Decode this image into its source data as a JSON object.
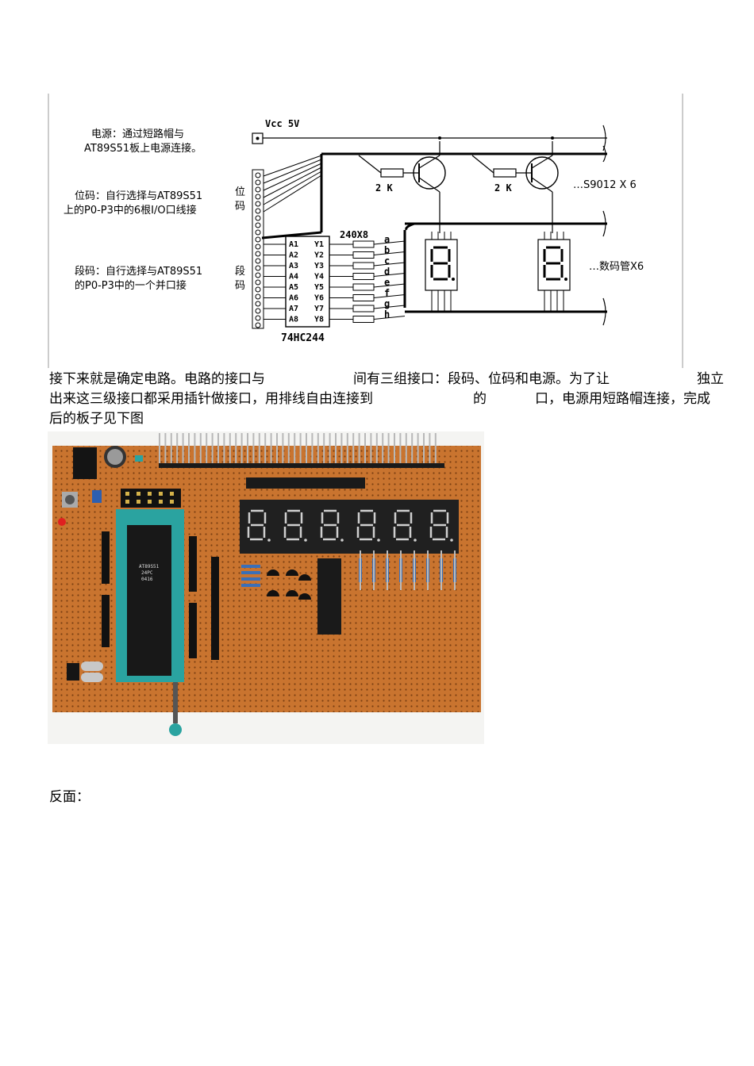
{
  "schematic": {
    "vcc_label": "Vcc 5V",
    "power_note": [
      "电源：通过短路帽与",
      "AT89S51板上电源连接。"
    ],
    "digit_note": [
      "位码：自行选择与AT89S51",
      "上的P0-P3中的6根I/O口线接"
    ],
    "segment_note": [
      "段码：自行选择与AT89S51",
      "的P0-P3中的一个并口接"
    ],
    "digit_side_label": [
      "位",
      "码"
    ],
    "segment_side_label": [
      "段",
      "码"
    ],
    "resistor_labels": [
      "2 K",
      "2 K"
    ],
    "transistor_label": "…S9012 X 6",
    "resistor_array_label": "240X8",
    "chip_inputs": [
      "A1",
      "A2",
      "A3",
      "A4",
      "A5",
      "A6",
      "A7",
      "A8"
    ],
    "chip_outputs": [
      "Y1",
      "Y2",
      "Y3",
      "Y4",
      "Y5",
      "Y6",
      "Y7",
      "Y8"
    ],
    "segment_letters": [
      "a",
      "b",
      "c",
      "d",
      "e",
      "f",
      "g",
      "h"
    ],
    "display_label": "…数码管X6",
    "chip_name": "74HC244"
  },
  "paragraph": {
    "line1": {
      "a": "接下来就是确定电路。电路的接口与",
      "b": "间有三组接口：段码、位码和电源。为了让",
      "c": "独立"
    },
    "line2": {
      "a": "出来这三级接口都采用插针做接口，用排线自由连接到",
      "b": "的",
      "c": "口，电源用短路帽连接，完成"
    },
    "line3": {
      "a": "后的板子见下图"
    }
  },
  "board_photo": {
    "mcu_marking": [
      "AT89S51",
      "24PC",
      "0416"
    ]
  },
  "back_label": "反面：",
  "colors": {
    "pcb": "#c9742f",
    "socket": "#2aa3a0",
    "display": "#202020",
    "segment": "#cfcfcf"
  }
}
